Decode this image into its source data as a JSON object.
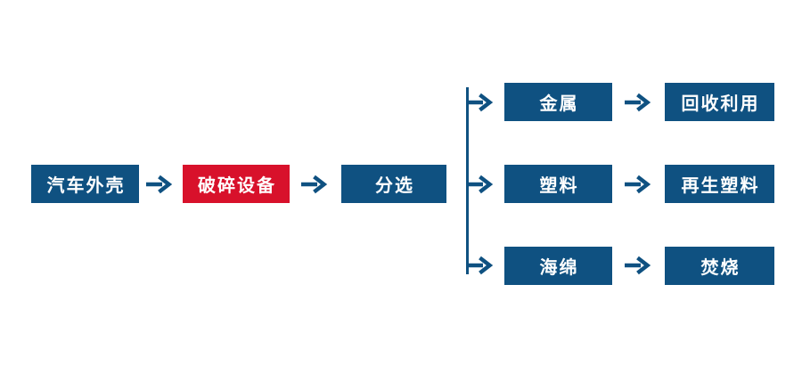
{
  "colors": {
    "primary_blue": "#0F5181",
    "highlight_red": "#D8112B",
    "text_white": "#FFFFFF",
    "background": "#FFFFFF"
  },
  "flow": {
    "main": [
      {
        "id": "car-shell",
        "label": "汽车外壳",
        "color": "blue"
      },
      {
        "id": "crusher",
        "label": "破碎设备",
        "color": "red"
      },
      {
        "id": "sorting",
        "label": "分选",
        "color": "blue"
      }
    ],
    "branches": [
      {
        "id": "metal",
        "source_label": "金属",
        "result_label": "回收利用"
      },
      {
        "id": "plastic",
        "source_label": "塑料",
        "result_label": "再生塑料"
      },
      {
        "id": "sponge",
        "source_label": "海绵",
        "result_label": "焚烧"
      }
    ]
  }
}
